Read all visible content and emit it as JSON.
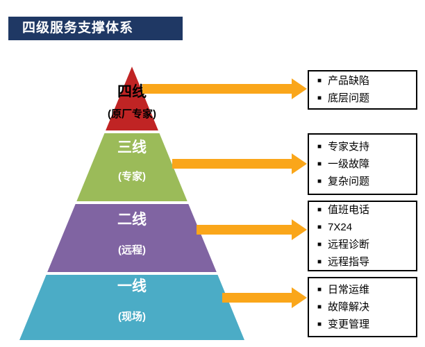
{
  "title": "四级服务支撑体系",
  "bullet": "■",
  "pyramid": {
    "levels": [
      {
        "label": "四线",
        "sublabel": "(原厂专家)"
      },
      {
        "label": "三线",
        "sublabel": "(专家)"
      },
      {
        "label": "二线",
        "sublabel": "(远程)"
      },
      {
        "label": "一线",
        "sublabel": "(现场)"
      }
    ]
  },
  "boxes": [
    {
      "items": [
        "产品缺陷",
        "底层问题"
      ]
    },
    {
      "items": [
        "专家支持",
        "一级故障",
        "复杂问题"
      ]
    },
    {
      "items": [
        "值班电话",
        "7X24",
        "远程诊断",
        "远程指导"
      ]
    },
    {
      "items": [
        "日常运维",
        "故障解决",
        "变更管理"
      ]
    }
  ],
  "colors": {
    "title_bg": "#1f3864",
    "level4": "#c02424",
    "level3": "#9bbb59",
    "level2": "#8064a2",
    "level1": "#4bacc6",
    "arrow": "#faa61a"
  }
}
